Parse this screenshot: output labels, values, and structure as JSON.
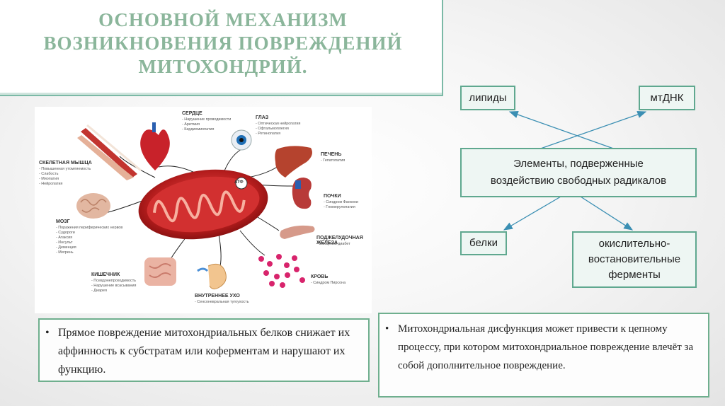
{
  "title": "ОСНОВНОЙ МЕХАНИЗМ\nВОЗНИКНОВЕНИЯ ПОВРЕЖДЕНИЙ\nМИТОХОНДРИЙ.",
  "figure": {
    "atp_label": "АТФ",
    "organs": {
      "heart": {
        "label": "СЕРДЦЕ",
        "items": [
          "Нарушение проводимости",
          "Аритмия",
          "Кардиомиопатия"
        ]
      },
      "eye": {
        "label": "ГЛАЗ",
        "items": [
          "Оптическая нейропатия",
          "Офтальмоплегия",
          "Ретинопатия"
        ]
      },
      "liver": {
        "label": "ПЕЧЕНЬ",
        "items": [
          "Гепатопатия"
        ]
      },
      "kidney": {
        "label": "ПОЧКИ",
        "items": [
          "Синдром Фанкони",
          "Гломерулопатия"
        ]
      },
      "pancreas": {
        "label": "ПОДЖЕЛУДОЧНАЯ ЖЕЛЕЗА",
        "items": [
          "Сахарный диабет"
        ]
      },
      "blood": {
        "label": "КРОВЬ",
        "items": [
          "Синдром Пирсона"
        ]
      },
      "ear": {
        "label": "ВНУТРЕННЕЕ УХО",
        "items": [
          "Сенсоневральная тугоухость"
        ]
      },
      "intestine": {
        "label": "КИШЕЧНИК",
        "items": [
          "Псевдонепроходимость",
          "Нарушение всасывания",
          "Диарея"
        ]
      },
      "brain": {
        "label": "МОЗГ",
        "items": [
          "Поражения периферических нервов",
          "Судороги",
          "Атаксия",
          "Инсульт",
          "Деменция",
          "Мигрень"
        ]
      },
      "muscle": {
        "label": "СКЕЛЕТНАЯ МЫШЦА",
        "items": [
          "Повышенная утомляемость",
          "Слабость",
          "Миопатия",
          "Нейропатия"
        ]
      }
    }
  },
  "diagram": {
    "lipids": "липиды",
    "mtdna": "мтДНК",
    "center": "Элементы, подверженные\nвоздействию свободных радикалов",
    "proteins": "белки",
    "enzymes": "окислительно-\nвостановительные\nферменты"
  },
  "bullets": {
    "left": "Прямое повреждение митохондриальных белков снижает их аффинность к субстратам или коферментам и нарушают их функцию.",
    "right": "Митохондриальная дисфункция может привести к цепному процессу, при котором митохондриальное повреждение влечёт за собой дополнительное повреждение."
  },
  "colors": {
    "accent": "#5fa88f",
    "title": "#8bb69b",
    "arrow": "#3b8fb3"
  }
}
